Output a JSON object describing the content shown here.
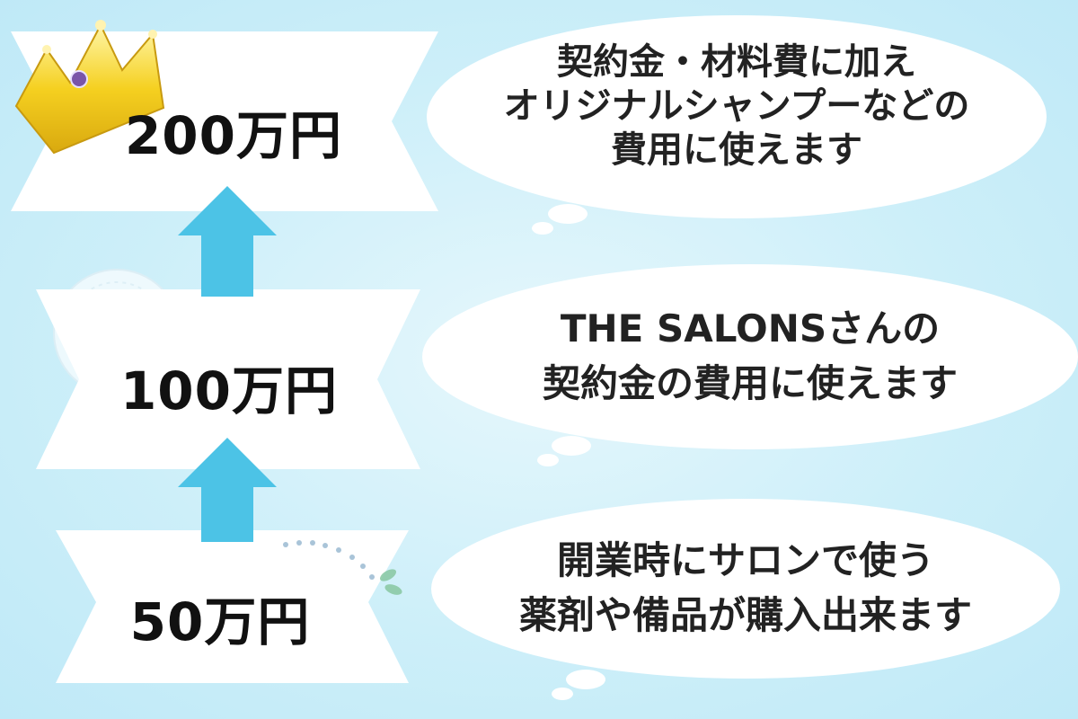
{
  "colors": {
    "background": "#cdeff9",
    "ribbon": "#ffffff",
    "arrow": "#4cc3e6",
    "bubble": "#ffffff",
    "crown": "#f5d020",
    "text": "#111111"
  },
  "tiers": [
    {
      "amount": "200万円",
      "lines": [
        "契約金・材料費に加え",
        "オリジナルシャンプーなどの",
        "費用に使えます"
      ]
    },
    {
      "amount": "100万円",
      "lines": [
        "THE SALONSさんの",
        "契約金の費用に使えます"
      ]
    },
    {
      "amount": "50万円",
      "lines": [
        "開業時にサロンで使う",
        "薬剤や備品が購入出来ます"
      ]
    }
  ]
}
